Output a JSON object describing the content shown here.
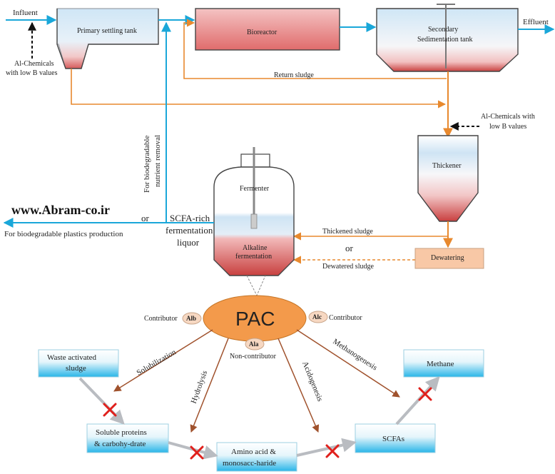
{
  "labels": {
    "influent": "Influent",
    "primary_tank": "Primary settling tank",
    "bioreactor": "Bioreactor",
    "secondary_line1": "Secondary",
    "secondary_line2": "Sedimentation tank",
    "effluent": "Effluent",
    "al_chem_left_1": "Al-Chemicals",
    "al_chem_left_2": "with low B values",
    "return_sludge": "Return sludge",
    "al_chem_right_1": "Al-Chemicals with",
    "al_chem_right_2": "low B values",
    "nutrient_1": "For biodegradable",
    "nutrient_2": "nutrient removal",
    "thickener": "Thickener",
    "fermenter": "Fermenter",
    "alkaline_1": "Alkaline",
    "alkaline_2": "fermentation",
    "watermark": "www.Abram-co.ir",
    "or_left": "or",
    "plastics": "For biodegradable plastics production",
    "scfa_1": "SCFA-rich",
    "scfa_2": "fermentation",
    "scfa_3": "liquor",
    "thickened_sludge": "Thickened sludge",
    "or_right": "or",
    "dewatering": "Dewatering",
    "dewatered_sludge": "Dewatered sludge",
    "pac": "PAC",
    "contributor_left": "Contributor",
    "contributor_right": "Contributor",
    "alb": "Alb",
    "alc": "Alc",
    "ala": "Ala",
    "non_contributor": "Non-contributor",
    "solubilization": "Solubilization",
    "hydrolysis": "Hydrolysis",
    "acidogenesis": "Acidogenesis",
    "methanogenesis": "Methanogenesis",
    "was_1": "Waste activated",
    "was_2": "sludge",
    "methane": "Methane",
    "soluble_1": "Soluble proteins",
    "soluble_2": "& carbohy-drate",
    "amino_1": "Amino acid &",
    "amino_2": "monosacc-haride",
    "scfas": "SCFAs"
  },
  "colors": {
    "influent_line": "#1aa7d9",
    "sludge_line": "#e8892e",
    "pathway_arrow": "#a0522d",
    "pac_fill": "#f39a4b",
    "block_cross": "#e0201c",
    "gray_arrow": "#b9bcc1"
  }
}
